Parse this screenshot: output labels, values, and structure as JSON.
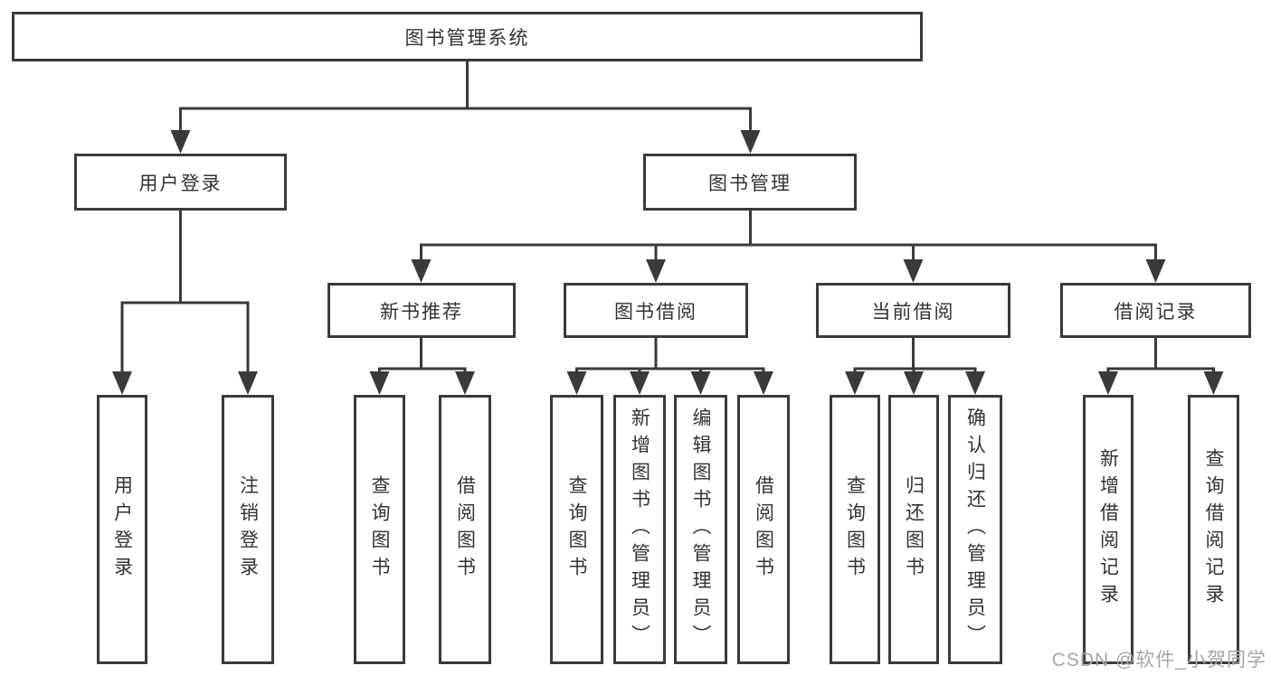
{
  "diagram": {
    "root": {
      "label": "图书管理系统"
    },
    "branches": [
      {
        "label": "用户登录",
        "children": [
          {
            "label": "用户登录"
          },
          {
            "label": "注销登录"
          }
        ]
      },
      {
        "label": "图书管理",
        "children": [
          {
            "label": "新书推荐",
            "children": [
              {
                "label": "查询图书"
              },
              {
                "label": "借阅图书"
              }
            ]
          },
          {
            "label": "图书借阅",
            "children": [
              {
                "label": "查询图书"
              },
              {
                "label": "新增图书（管理员）"
              },
              {
                "label": "编辑图书（管理员）"
              },
              {
                "label": "借阅图书"
              }
            ]
          },
          {
            "label": "当前借阅",
            "children": [
              {
                "label": "查询图书"
              },
              {
                "label": "归还图书"
              },
              {
                "label": "确认归还（管理员）"
              }
            ]
          },
          {
            "label": "借阅记录",
            "children": [
              {
                "label": "新增借阅记录"
              },
              {
                "label": "查询借阅记录"
              }
            ]
          }
        ]
      }
    ],
    "line_color": "#3a3a3a"
  },
  "watermark": {
    "text": "CSDN @软件_小贺同学"
  }
}
